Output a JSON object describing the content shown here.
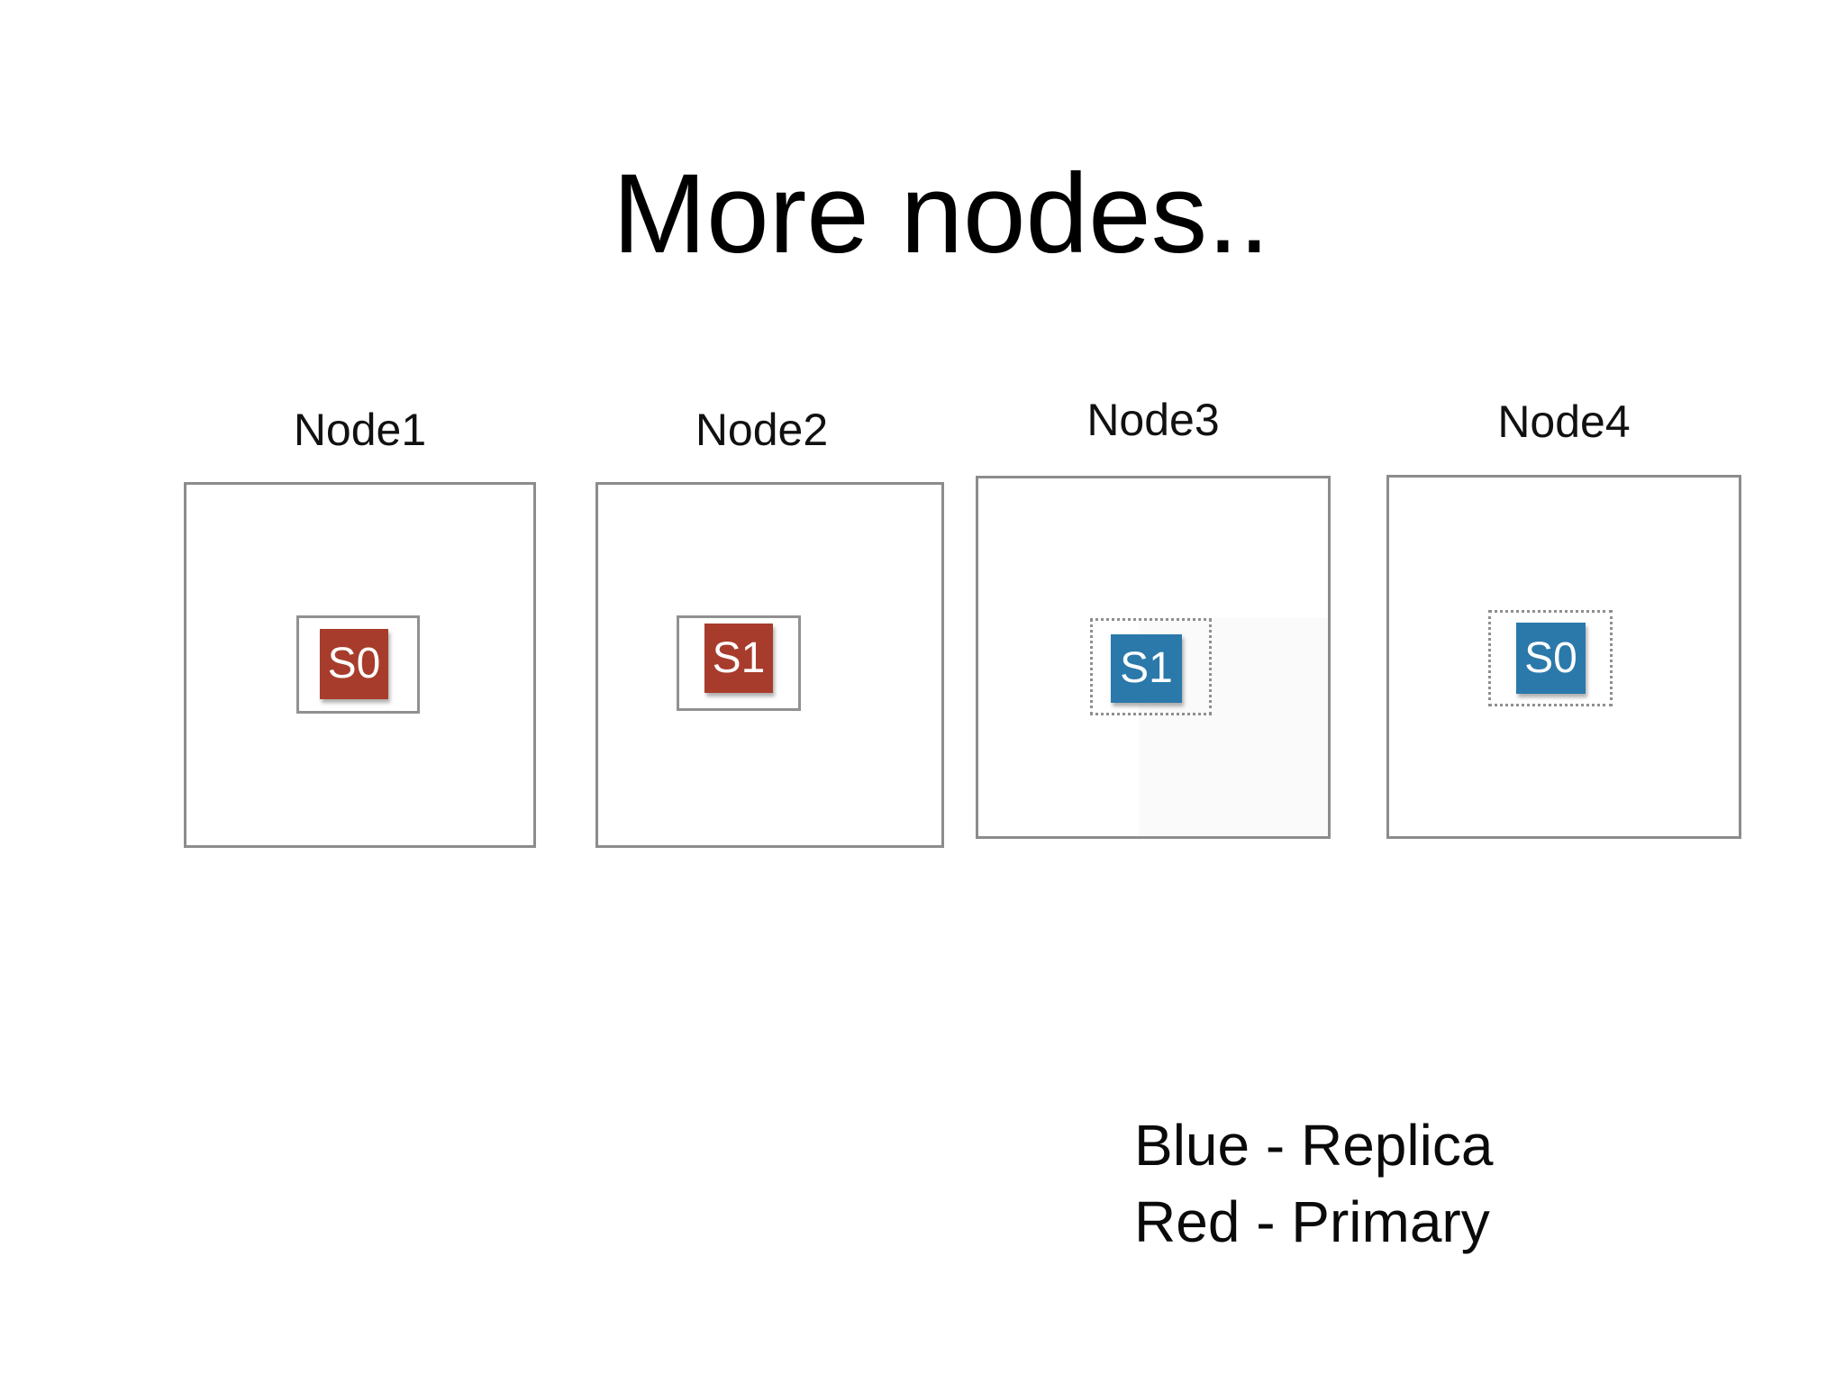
{
  "title": "More nodes..",
  "nodes": [
    {
      "label": "Node1",
      "shard": {
        "label": "S0",
        "role": "primary"
      }
    },
    {
      "label": "Node2",
      "shard": {
        "label": "S1",
        "role": "primary"
      }
    },
    {
      "label": "Node3",
      "shard": {
        "label": "S1",
        "role": "replica"
      }
    },
    {
      "label": "Node4",
      "shard": {
        "label": "S0",
        "role": "replica"
      }
    }
  ],
  "legend": {
    "line1": "Blue - Replica",
    "line2": "Red - Primary"
  },
  "colors": {
    "primary": "#a83c2c",
    "replica": "#2b79ab",
    "node_border": "#8c8c8c",
    "holder_border": "#919191"
  }
}
